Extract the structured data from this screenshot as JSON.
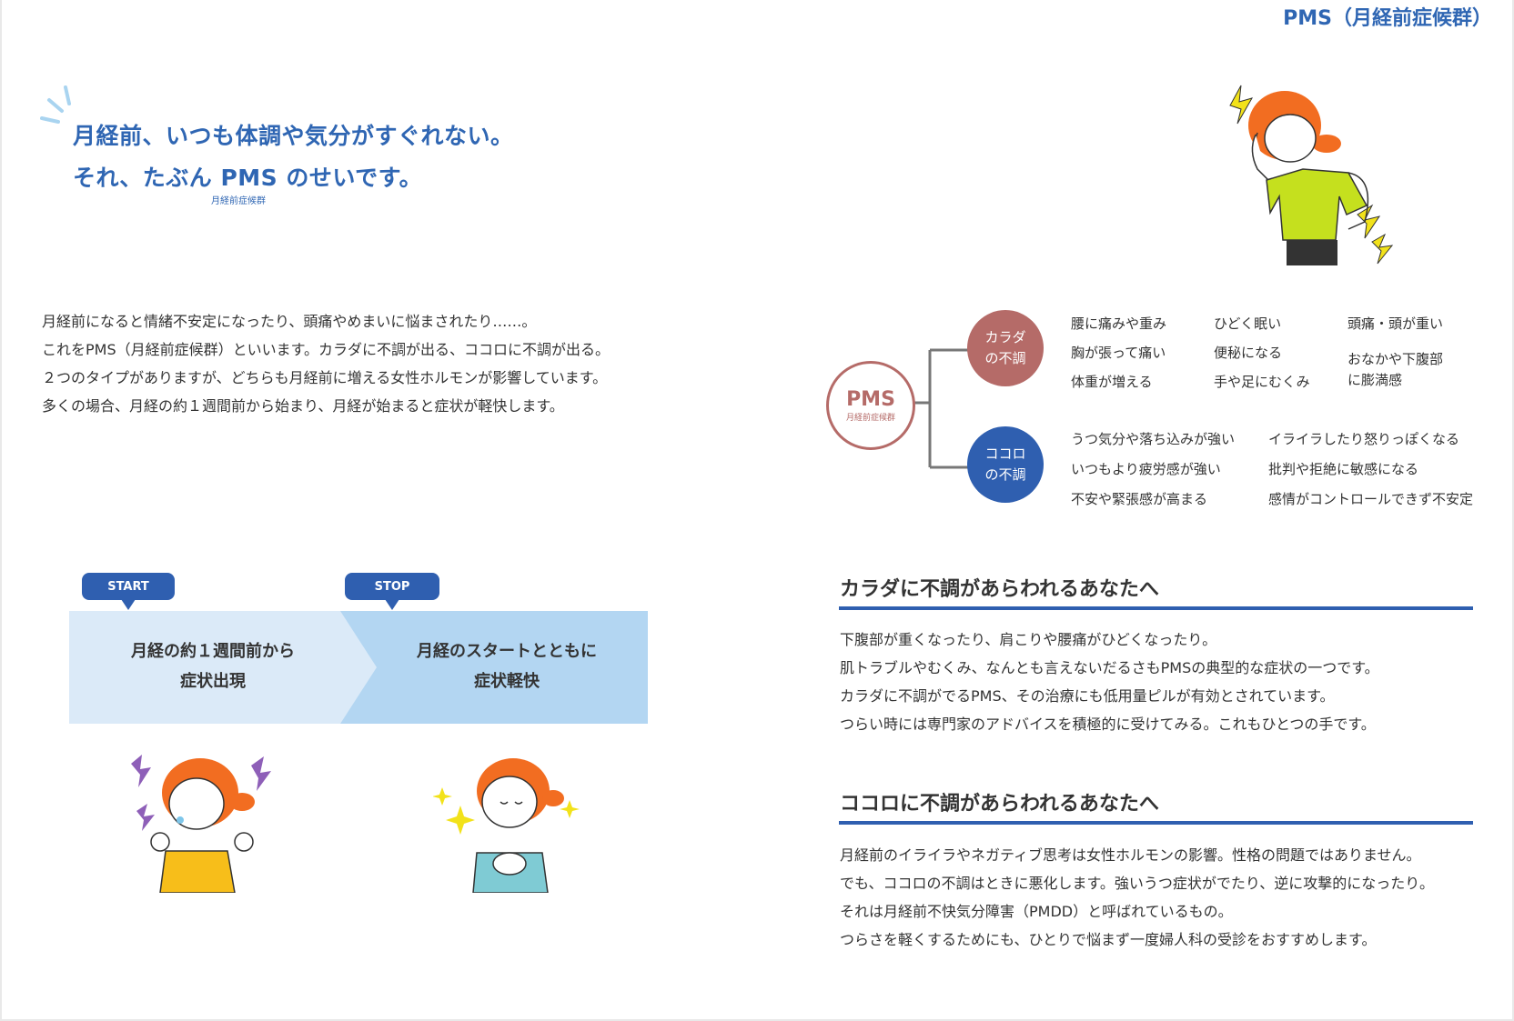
{
  "header": {
    "tag": "PMS（月経前症候群）"
  },
  "headline": {
    "line1": "月経前、いつも体調や気分がすぐれない。",
    "line2": "それ、たぶん PMS のせいです。",
    "ruby": "月経前症候群"
  },
  "intro": {
    "lines": [
      "月経前になると情緒不安定になったり、頭痛やめまいに悩まされたり……。",
      "これをPMS（月経前症候群）といいます。カラダに不調が出る、ココロに不調が出る。",
      "２つのタイプがありますが、どちらも月経前に増える女性ホルモンが影響しています。",
      "多くの場合、月経の約１週間前から始まり、月経が始まると症状が軽快します。"
    ]
  },
  "diagram": {
    "pms_label": "PMS",
    "pms_sub": "月経前症候群",
    "body": {
      "label_line1": "カラダ",
      "label_line2": "の不調",
      "symptoms": [
        "腰に痛みや重み",
        "胸が張って痛い",
        "体重が増える",
        "ひどく眠い",
        "便秘になる",
        "手や足にむくみ",
        "頭痛・頭が重い",
        "おなかや下腹部",
        "に膨満感"
      ]
    },
    "mind": {
      "label_line1": "ココロ",
      "label_line2": "の不調",
      "symptoms": [
        "うつ気分や落ち込みが強い",
        "いつもより疲労感が強い",
        "不安や緊張感が高まる",
        "イライラしたり怒りっぽくなる",
        "批判や拒絶に敏感になる",
        "感情がコントロールできず不安定"
      ]
    }
  },
  "flow": {
    "start_tag": "START",
    "stop_tag": "STOP",
    "start_text_line1": "月経の約１週間前から",
    "start_text_line2": "症状出現",
    "stop_text_line1": "月経のスタートとともに",
    "stop_text_line2": "症状軽快"
  },
  "section_body": {
    "title": "カラダに不調があらわれるあなたへ",
    "lines": [
      "下腹部が重くなったり、肩こりや腰痛がひどくなったり。",
      "肌トラブルやむくみ、なんとも言えないだるさもPMSの典型的な症状の一つです。",
      "カラダに不調がでるPMS、その治療にも低用量ピルが有効とされています。",
      "つらい時には専門家のアドバイスを積極的に受けてみる。これもひとつの手です。"
    ]
  },
  "section_mind": {
    "title": "ココロに不調があらわれるあなたへ",
    "lines": [
      "月経前のイライラやネガティブ思考は女性ホルモンの影響。性格の問題ではありません。",
      "でも、ココロの不調はときに悪化します。強いうつ症状がでたり、逆に攻撃的になったり。",
      "それは月経前不快気分障害（PMDD）と呼ばれているもの。",
      "つらさを軽くするためにも、ひとりで悩まず一度婦人科の受診をおすすめします。"
    ]
  },
  "colors": {
    "accent_blue": "#2f66b3",
    "body_red": "#b56b68",
    "mind_blue": "#2f5fb0",
    "flow_light": "#dbeaf8",
    "flow_mid": "#b3d6f2"
  }
}
